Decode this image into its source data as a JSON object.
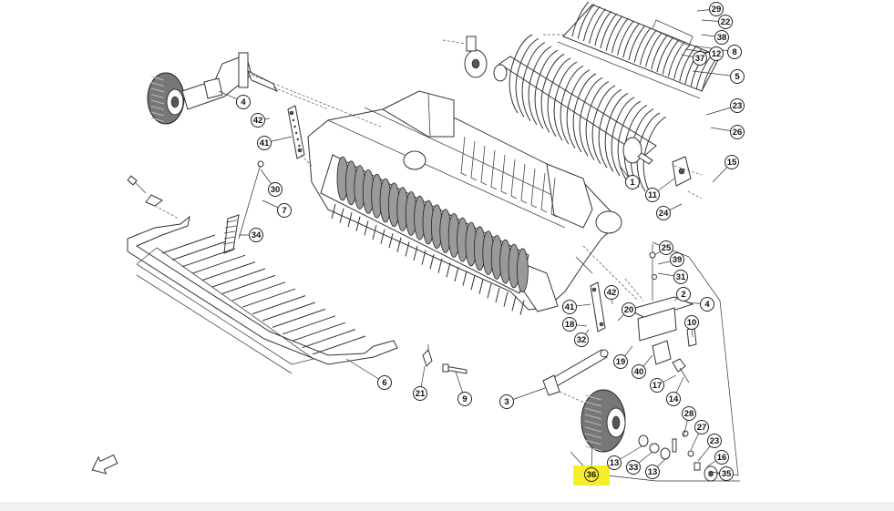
{
  "highlight_color": "#f7ee2a",
  "callouts": [
    {
      "id": "c29",
      "label": "29"
    },
    {
      "id": "c22",
      "label": "22"
    },
    {
      "id": "c38",
      "label": "38"
    },
    {
      "id": "c8",
      "label": "8"
    },
    {
      "id": "c12",
      "label": "12"
    },
    {
      "id": "c37",
      "label": "37"
    },
    {
      "id": "c5",
      "label": "5"
    },
    {
      "id": "c23a",
      "label": "23"
    },
    {
      "id": "c26",
      "label": "26"
    },
    {
      "id": "c15",
      "label": "15"
    },
    {
      "id": "c11",
      "label": "11"
    },
    {
      "id": "c24",
      "label": "24"
    },
    {
      "id": "c1",
      "label": "1"
    },
    {
      "id": "c4a",
      "label": "4"
    },
    {
      "id": "c42a",
      "label": "42"
    },
    {
      "id": "c41a",
      "label": "41"
    },
    {
      "id": "c30",
      "label": "30"
    },
    {
      "id": "c7",
      "label": "7"
    },
    {
      "id": "c34",
      "label": "34"
    },
    {
      "id": "c25",
      "label": "25"
    },
    {
      "id": "c39",
      "label": "39"
    },
    {
      "id": "c31",
      "label": "31"
    },
    {
      "id": "c2",
      "label": "2"
    },
    {
      "id": "c4b",
      "label": "4"
    },
    {
      "id": "c42b",
      "label": "42"
    },
    {
      "id": "c41b",
      "label": "41"
    },
    {
      "id": "c20",
      "label": "20"
    },
    {
      "id": "c10",
      "label": "10"
    },
    {
      "id": "c18",
      "label": "18"
    },
    {
      "id": "c32",
      "label": "32"
    },
    {
      "id": "c19",
      "label": "19"
    },
    {
      "id": "c40",
      "label": "40"
    },
    {
      "id": "c17",
      "label": "17"
    },
    {
      "id": "c14",
      "label": "14"
    },
    {
      "id": "c6",
      "label": "6"
    },
    {
      "id": "c21",
      "label": "21"
    },
    {
      "id": "c9",
      "label": "9"
    },
    {
      "id": "c3",
      "label": "3"
    },
    {
      "id": "c28",
      "label": "28"
    },
    {
      "id": "c27",
      "label": "27"
    },
    {
      "id": "c23b",
      "label": "23"
    },
    {
      "id": "c16",
      "label": "16"
    },
    {
      "id": "c35",
      "label": "35"
    },
    {
      "id": "c13a",
      "label": "13"
    },
    {
      "id": "c33",
      "label": "33"
    },
    {
      "id": "c13b",
      "label": "13"
    }
  ],
  "highlighted_callout": {
    "label": "36"
  }
}
